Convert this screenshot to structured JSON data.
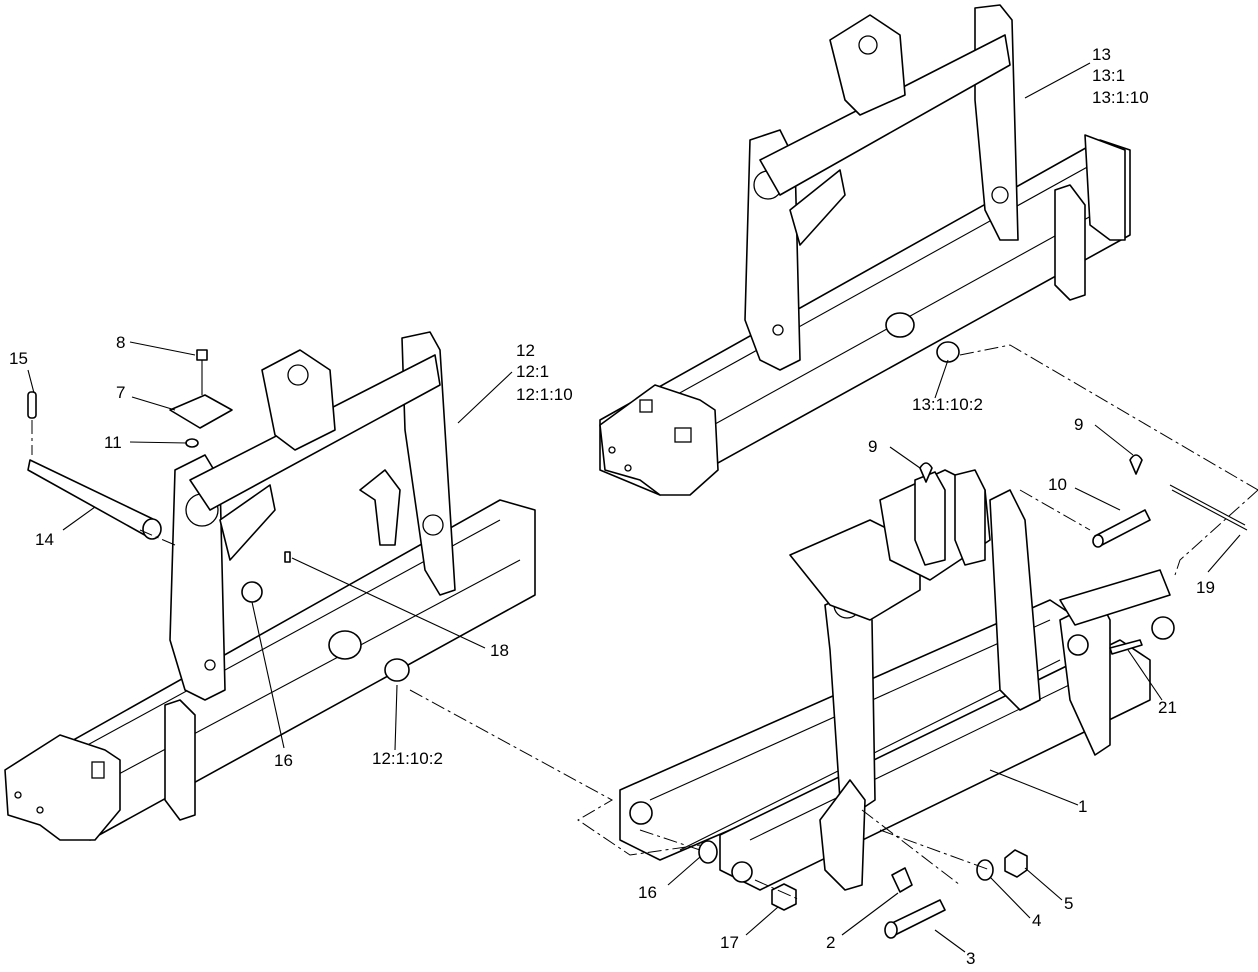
{
  "callouts": [
    {
      "id": "c13a",
      "text": "13"
    },
    {
      "id": "c13b",
      "text": "13:1"
    },
    {
      "id": "c13c",
      "text": "13:1:10"
    },
    {
      "id": "c1310",
      "text": "13:1:10:2"
    },
    {
      "id": "c12a",
      "text": "12"
    },
    {
      "id": "c12b",
      "text": "12:1"
    },
    {
      "id": "c12c",
      "text": "12:1:10"
    },
    {
      "id": "c1210",
      "text": "12:1:10:2"
    },
    {
      "id": "c15",
      "text": "15"
    },
    {
      "id": "c8",
      "text": "8"
    },
    {
      "id": "c7",
      "text": "7"
    },
    {
      "id": "c11",
      "text": "11"
    },
    {
      "id": "c14",
      "text": "14"
    },
    {
      "id": "c18",
      "text": "18"
    },
    {
      "id": "c16a",
      "text": "16"
    },
    {
      "id": "c9a",
      "text": "9"
    },
    {
      "id": "c9b",
      "text": "9"
    },
    {
      "id": "c10",
      "text": "10"
    },
    {
      "id": "c19",
      "text": "19"
    },
    {
      "id": "c21",
      "text": "21"
    },
    {
      "id": "c1",
      "text": "1"
    },
    {
      "id": "c16b",
      "text": "16"
    },
    {
      "id": "c17",
      "text": "17"
    },
    {
      "id": "c2",
      "text": "2"
    },
    {
      "id": "c3",
      "text": "3"
    },
    {
      "id": "c4",
      "text": "4"
    },
    {
      "id": "c5",
      "text": "5"
    }
  ]
}
